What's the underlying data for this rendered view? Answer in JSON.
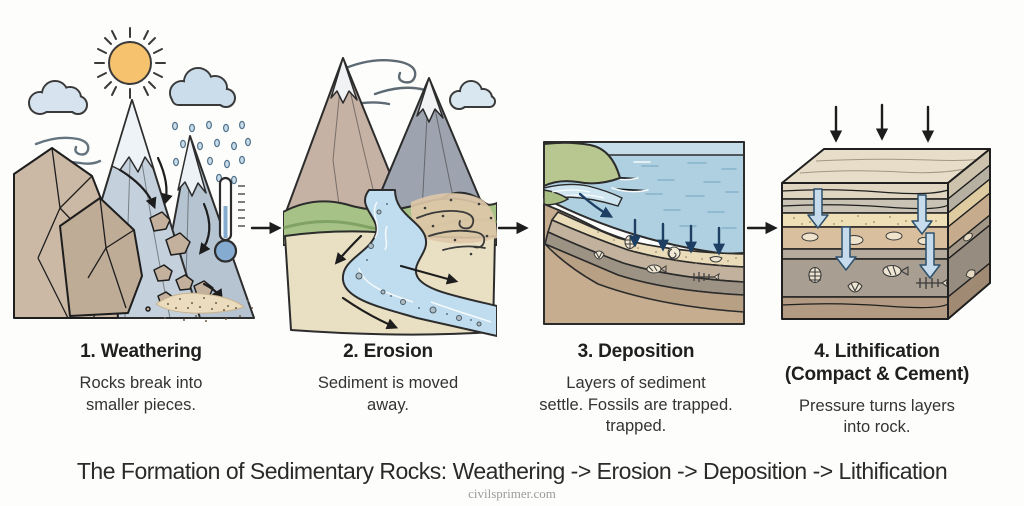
{
  "diagram": {
    "panels": [
      {
        "title": "1. Weathering",
        "description_lines": [
          "Rocks break into",
          "smaller pieces."
        ]
      },
      {
        "title": "2. Erosion",
        "description_lines": [
          "Sediment is moved",
          "away."
        ]
      },
      {
        "title": "3. Deposition",
        "description_lines": [
          "Layers of sediment",
          "settle. Fossils are trapped.",
          "trapped."
        ]
      },
      {
        "title": "4. Lithification",
        "subtitle": "(Compact & Cement)",
        "description_lines": [
          "Pressure turns layers",
          "into rock."
        ]
      }
    ],
    "footer_title": "The Formation of Sedimentary Rocks: Weathering -> Erosion -> Deposition -> Lithification",
    "watermark": "civilsprimer.com",
    "colors": {
      "background": "#fdfdfb",
      "sun": "#f6c26e",
      "cloud": "#d6e3ee",
      "mountain_gray_blue": "#c4d1dd",
      "rock_tan": "#c9b7a4",
      "river_blue": "#bfddee",
      "sea_blue": "#afd0e0",
      "green_land": "#a7c287",
      "sand": "#eadcb8",
      "sediment_brown": "#c7ad8f",
      "strata_gray": "#a89e91",
      "arrow_black": "#1d1d1d",
      "arrow_navy": "#1c3f63",
      "compaction_arrow_blue": "#c6dcec",
      "text_dark": "#1f1f1f",
      "watermark_gray": "#9b9b9b"
    }
  }
}
